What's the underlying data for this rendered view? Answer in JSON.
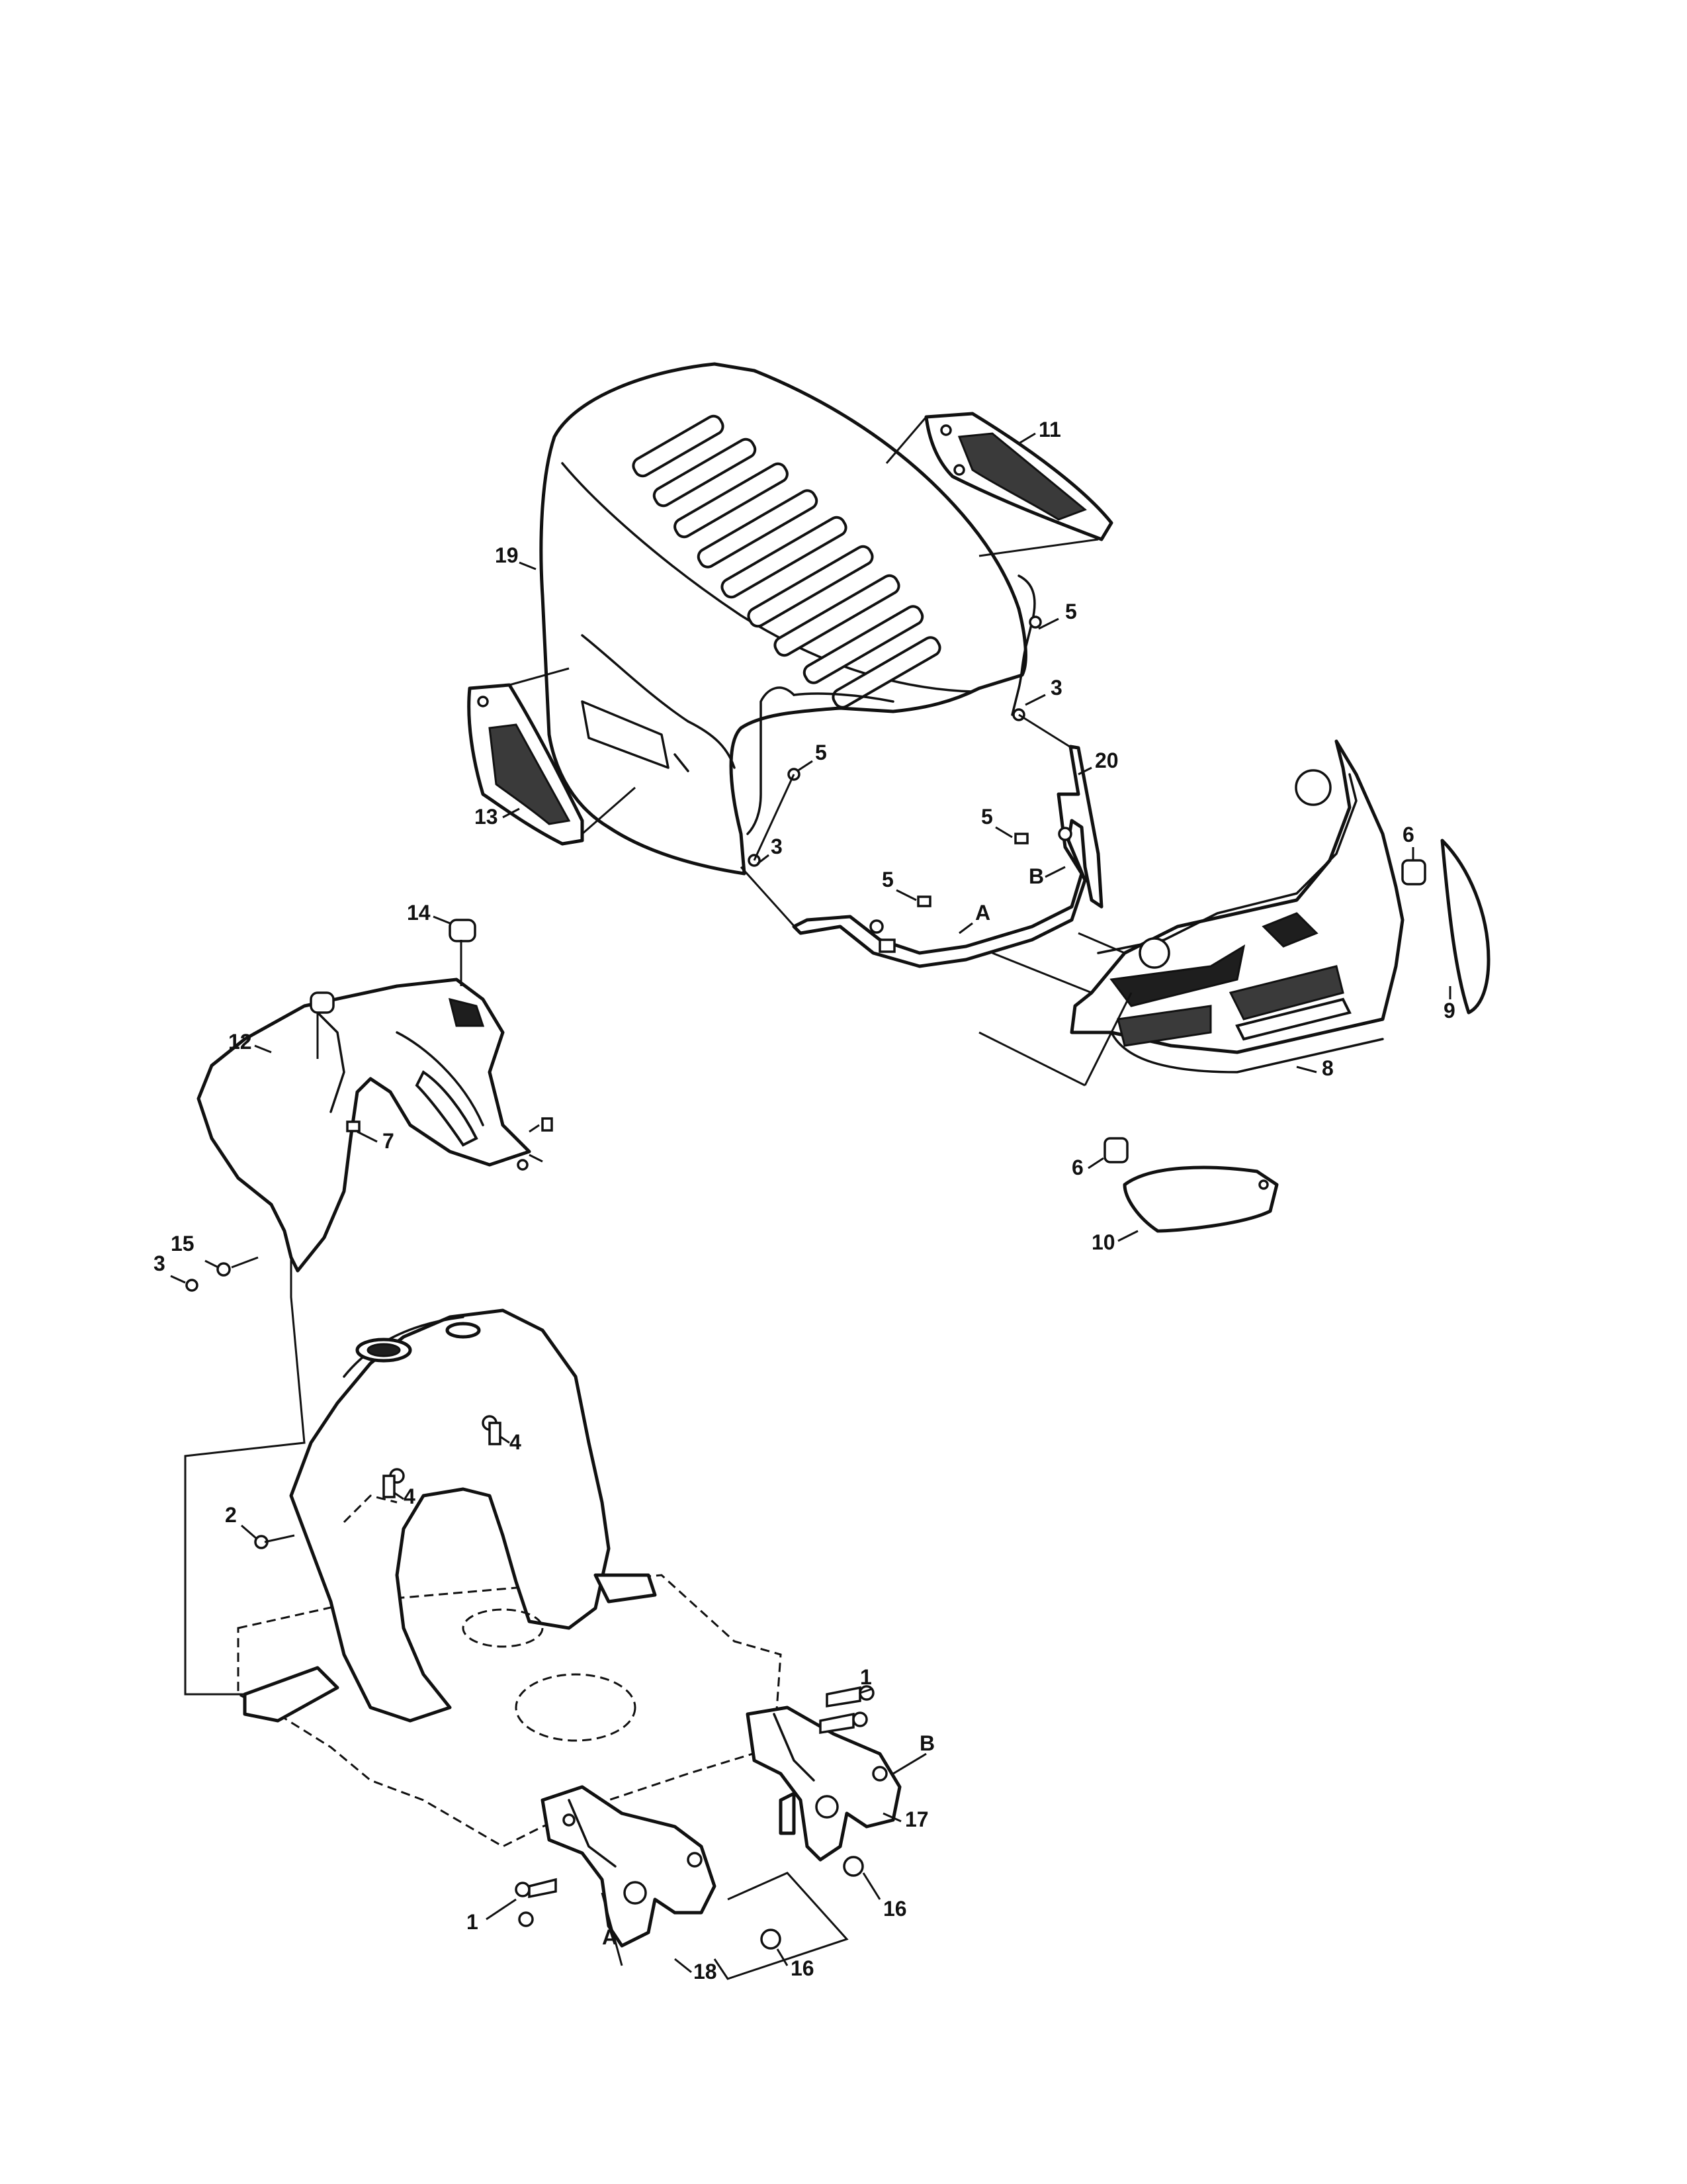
{
  "diagram": {
    "callouts": {
      "c1a": "1",
      "c1b": "1",
      "c2": "2",
      "c3a": "3",
      "c3b": "3",
      "c3c": "3",
      "c4a": "4",
      "c4b": "4",
      "c5a": "5",
      "c5b": "5",
      "c5c": "5",
      "c5d": "5",
      "c6a": "6",
      "c6b": "6",
      "c7": "7",
      "c8": "8",
      "c9": "9",
      "c10": "10",
      "c11": "11",
      "c12": "12",
      "c13": "13",
      "c14": "14",
      "c15": "15",
      "c16a": "16",
      "c16b": "16",
      "c17": "17",
      "c18": "18",
      "c19": "19",
      "c20": "20",
      "refA1": "A",
      "refA2": "A",
      "refB1": "B",
      "refB2": "B"
    },
    "parts": [
      "hood",
      "side-grille-right",
      "side-grille-left",
      "hood-bracket",
      "bumper",
      "headlight-lens-right",
      "headlight-lens-left",
      "dash-panel",
      "frame",
      "front-bracket-left",
      "front-bracket-right"
    ]
  }
}
